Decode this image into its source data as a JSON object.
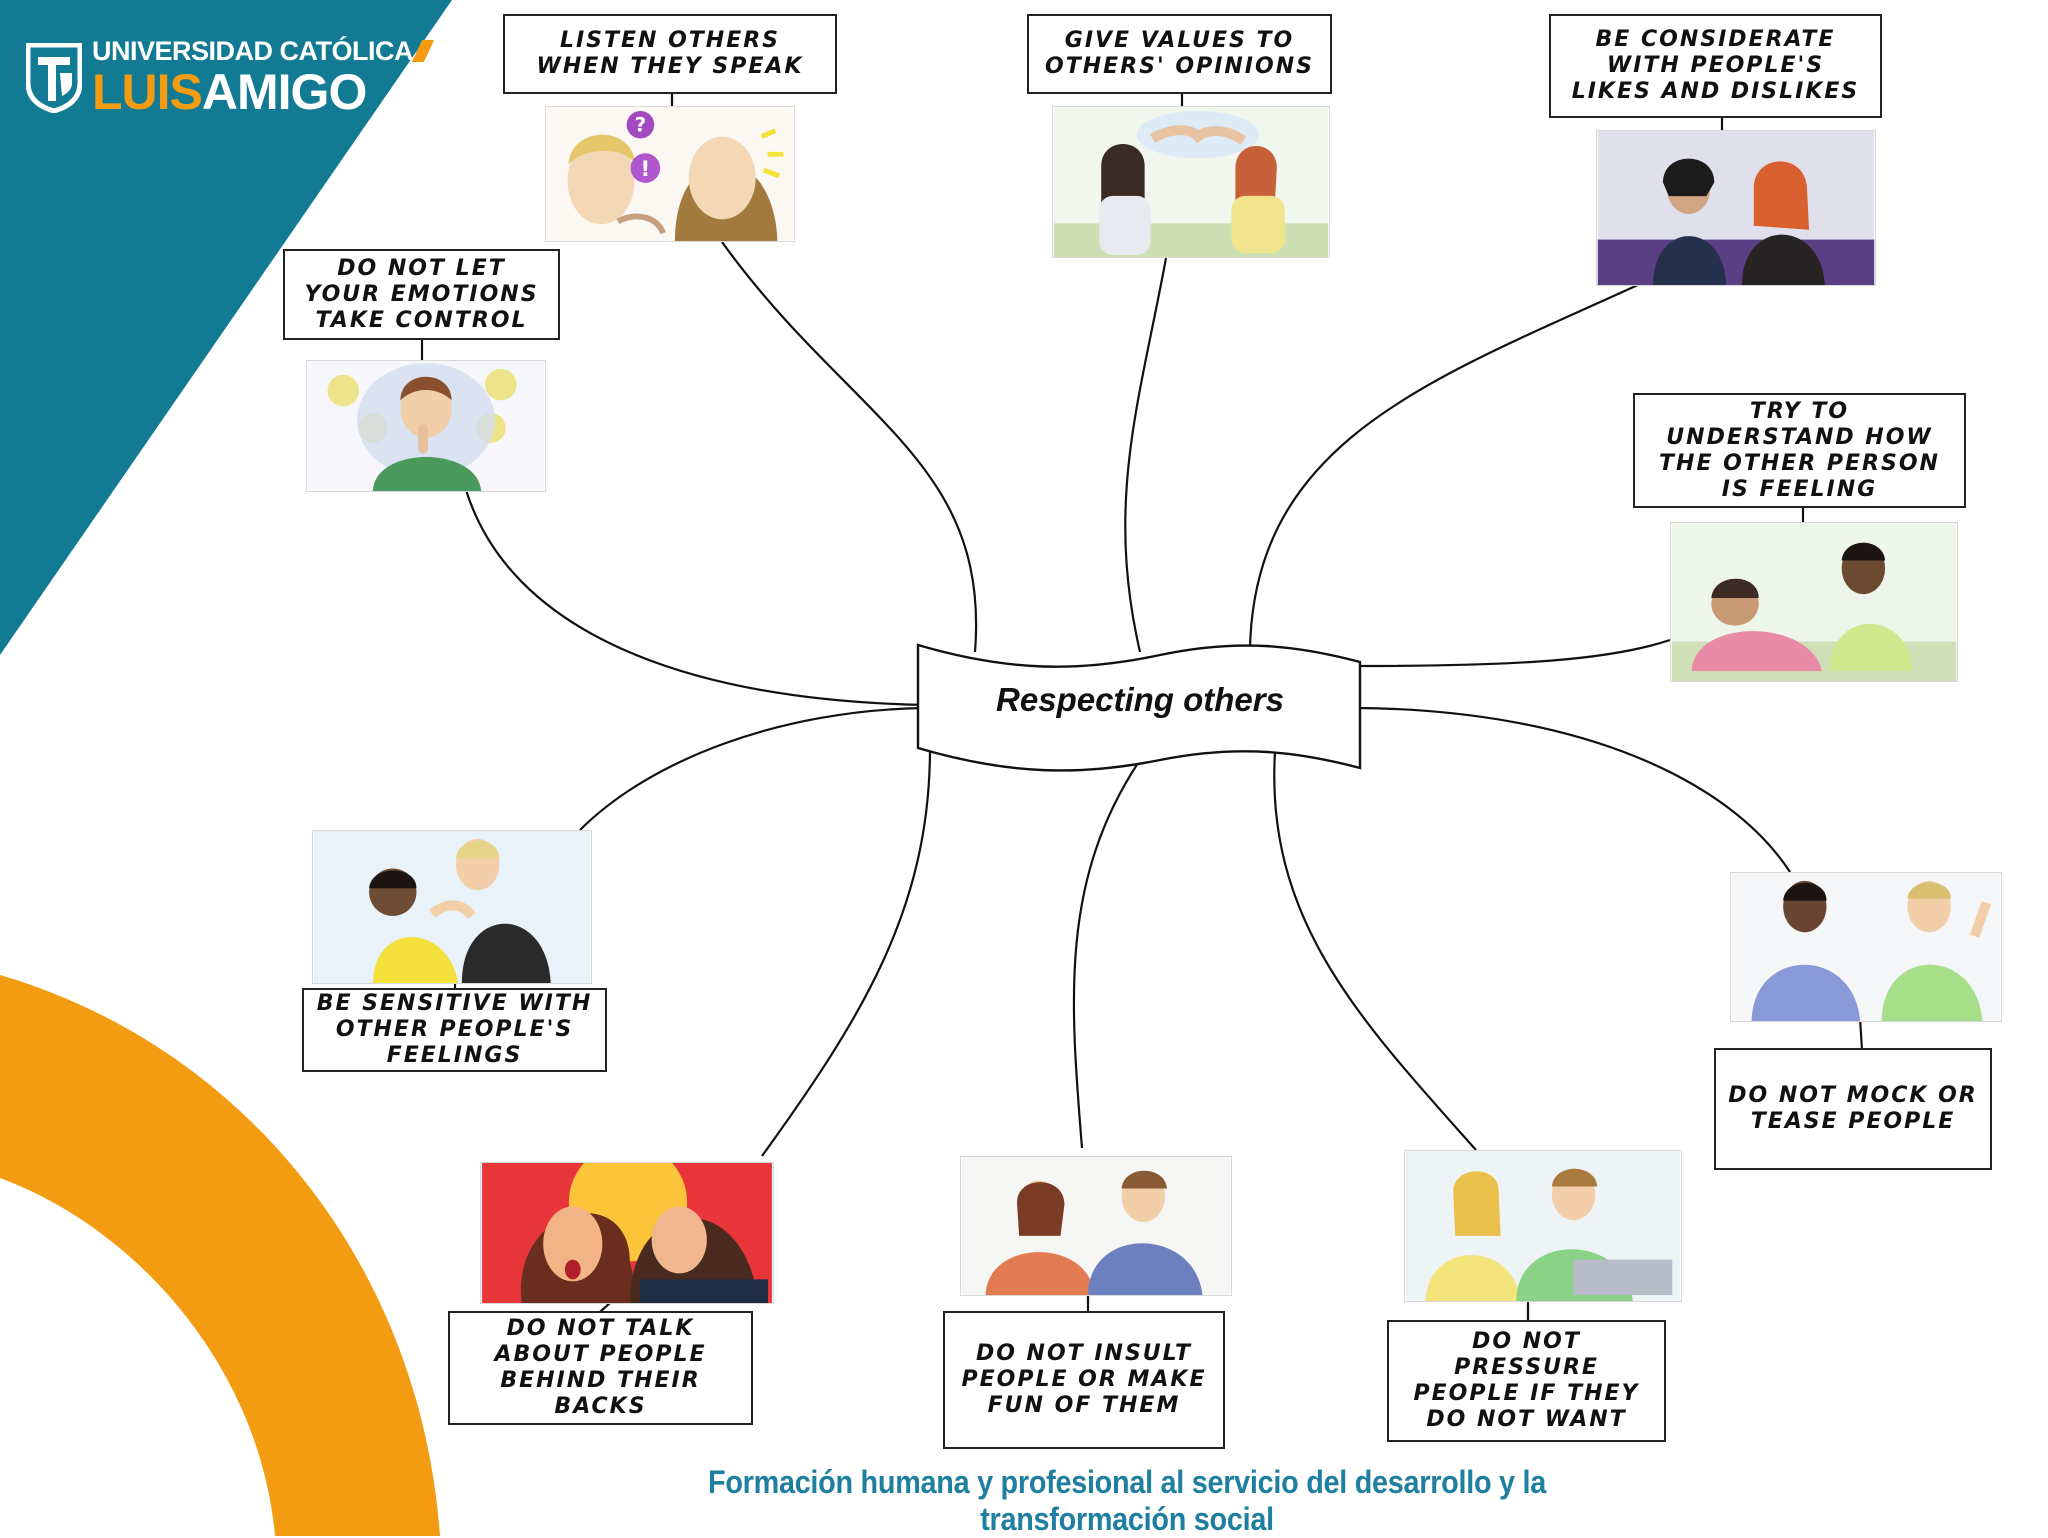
{
  "brand": {
    "top": "UNIVERSIDAD CATÓLICA",
    "bottom_light": "LUIS",
    "bottom_bold": "AMIGO",
    "teal": "#137a94",
    "orange": "#f39c12"
  },
  "central_topic": "Respecting others",
  "nodes": [
    {
      "id": "listen",
      "label": "Listen others\nwhen they speak",
      "icon": "two-people-talking-illustration"
    },
    {
      "id": "values",
      "label": "Give values to\nothers' opinions",
      "icon": "handshake-conversation-illustration"
    },
    {
      "id": "considerate",
      "label": "Be considerate\nwith people's\nlikes and dislikes",
      "icon": "two-women-chatting-illustration"
    },
    {
      "id": "emotions",
      "label": "Do not let\nyour emotions\ntake control",
      "icon": "calm-person-emotions-illustration"
    },
    {
      "id": "understand",
      "label": "Try to\nunderstand how\nthe other person\nis feeling",
      "icon": "comforting-friend-illustration"
    },
    {
      "id": "sensitive",
      "label": "Be sensitive with\nother people's\nfeelings",
      "icon": "consoling-person-illustration"
    },
    {
      "id": "mock",
      "label": "Do not mock or\ntease people",
      "icon": "two-boys-waving-illustration"
    },
    {
      "id": "talk",
      "label": "Do not talk\nabout people\nbehind their\nbacks",
      "icon": "gossip-whisper-illustration"
    },
    {
      "id": "insult",
      "label": "Do not insult\npeople or make\nfun of them",
      "icon": "arguing-couple-illustration"
    },
    {
      "id": "pressure",
      "label": "Do not\npressure\npeople if  they\ndo not want",
      "icon": "couple-at-laptop-illustration"
    }
  ],
  "footer": "Formación humana y profesional al servicio del desarrollo y la transformación social"
}
